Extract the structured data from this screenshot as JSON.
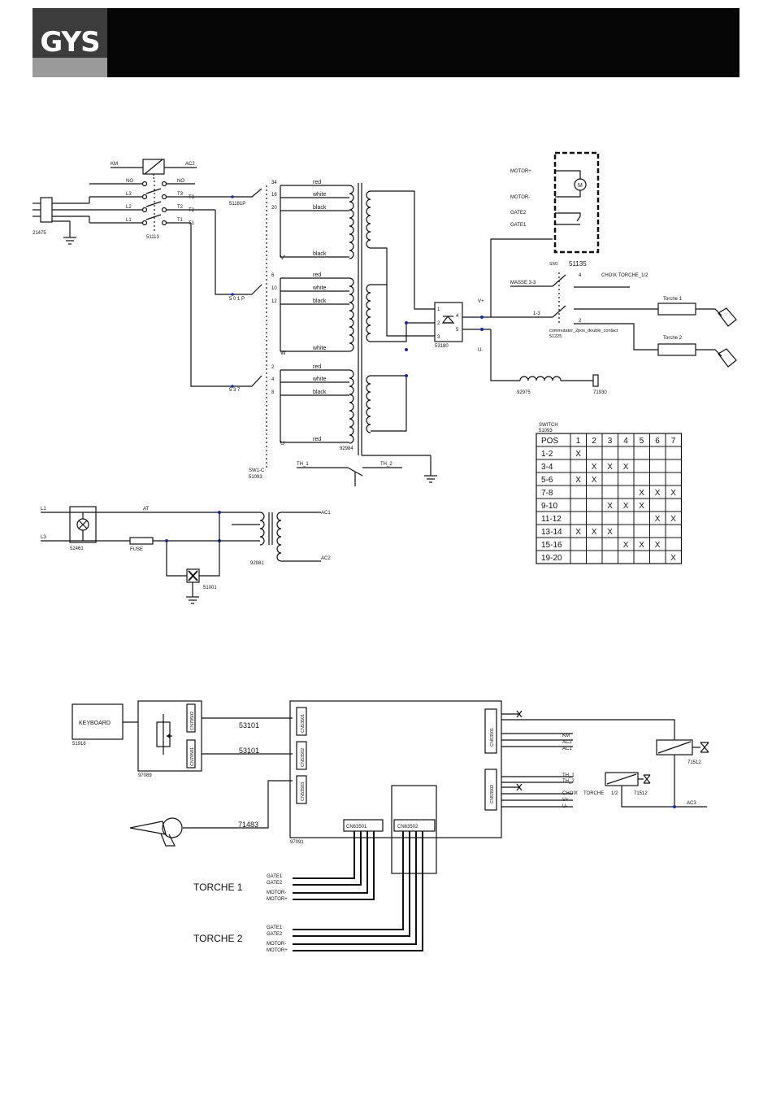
{
  "header": {
    "logo_text": "GYS"
  },
  "power_section": {
    "plug_ref": "21475",
    "contactor_labels": [
      "KM",
      "AC2"
    ],
    "switch_row_labels": [
      "NO",
      "NO",
      "L3",
      "L2",
      "L1",
      "T3",
      "T2",
      "T1",
      "T3",
      "T2",
      "T1"
    ],
    "switch_ref": "51113",
    "switch_sw1": "51181P",
    "switch_sw2": "5 0 1 P",
    "switch_sw3": "5 3 7",
    "tap_numbers_top": [
      "34",
      "16",
      "20"
    ],
    "tap_colors_top": [
      "red",
      "white",
      "black"
    ],
    "phase_v": "V'",
    "tap_colors_v": [
      "black",
      "red",
      "white",
      "black"
    ],
    "tap_numbers_mid": [
      "6",
      "10",
      "12"
    ],
    "phase_w": "W",
    "tap_color_w": "white",
    "tap_numbers_low": [
      "2",
      "4",
      "8"
    ],
    "tap_colors_low": [
      "red",
      "white",
      "black"
    ],
    "phase_u": "U",
    "tap_color_u": "red",
    "transformer_ref": "92984",
    "selector_ref_1": "SW1-C",
    "selector_ref_2": "51093",
    "thermal_labels": [
      "TH_1",
      "TH_2"
    ],
    "rectifier_ref": "53180",
    "rectifier_pins": [
      "1",
      "2",
      "3",
      "4",
      "5"
    ],
    "v_plus": "V+",
    "u_minus": "U-",
    "motor_labels": [
      "MOTOR+",
      "MOTOR-",
      "GATE2",
      "GATE1"
    ],
    "motor_symbol": "M",
    "sw2_label": "SW2",
    "sw2_ref": "51135",
    "masse": "MASSE 3-3",
    "choix": "CHOIX TORCHE_1/2",
    "pin_4": "4",
    "pin_2": "2",
    "pin_12": "1-3",
    "commutator": "commutator_2pos_double_contact",
    "commutator_ref": "51225",
    "torche1": "Torche 1",
    "torche2": "Torche 2",
    "inductor_ref": "92975",
    "ground_ref": "71930"
  },
  "aux_section": {
    "l1": "L1",
    "l3": "L3",
    "at": "AT",
    "lamp_ref": "52461",
    "fuse": "FUSE",
    "fan_ref": "51001",
    "transformer_ref": "92981",
    "ac1": "AC1",
    "ac2": "AC2"
  },
  "pos_table": {
    "title_1": "SWITCH",
    "title_2": "51093",
    "headers": [
      "POS",
      "1",
      "2",
      "3",
      "4",
      "5",
      "6",
      "7"
    ],
    "rows": [
      {
        "pos": "1-2",
        "cells": [
          "X",
          "",
          "",
          "",
          "",
          "",
          ""
        ]
      },
      {
        "pos": "3-4",
        "cells": [
          "",
          "X",
          "X",
          "X",
          "",
          "",
          ""
        ]
      },
      {
        "pos": "5-6",
        "cells": [
          "X",
          "X",
          "",
          "",
          "",
          "",
          ""
        ]
      },
      {
        "pos": "7-8",
        "cells": [
          "",
          "",
          "",
          "",
          "X",
          "X",
          "X"
        ]
      },
      {
        "pos": "9-10",
        "cells": [
          "",
          "",
          "X",
          "X",
          "X",
          "",
          ""
        ]
      },
      {
        "pos": "11-12",
        "cells": [
          "",
          "",
          "",
          "",
          "",
          "X",
          "X"
        ]
      },
      {
        "pos": "13-14",
        "cells": [
          "X",
          "X",
          "X",
          "",
          "",
          "",
          ""
        ]
      },
      {
        "pos": "15-16",
        "cells": [
          "",
          "",
          "",
          "X",
          "X",
          "X",
          ""
        ]
      },
      {
        "pos": "19-20",
        "cells": [
          "",
          "",
          "",
          "",
          "",
          "",
          "X"
        ]
      }
    ]
  },
  "control_section": {
    "keyboard": "KEYBOARD",
    "keyboard_ref": "51916",
    "pot_board_ref": "97089",
    "pot_conn_1": "CN70502",
    "pot_conn_2": "CN70501",
    "cable_1": "53101",
    "cable_2": "53101",
    "cable_gun": "71483",
    "main_board_ref": "97091",
    "main_conn_left": [
      "CN53501",
      "CN53502",
      "CN53503"
    ],
    "conn_cn63501": "CN63501",
    "conn_cn63502": "CN63502",
    "conn_right_1": "CN53501",
    "conn_right_2": "CN53502",
    "right_labels_1": [
      "KM",
      "AC2",
      "AC1"
    ],
    "right_labels_2": [
      "TH_1",
      "TH_2"
    ],
    "choix": "CHOIX",
    "torche": "TORCHE",
    "half": "1/2",
    "vplus": "V+",
    "uminus": "U-",
    "valve_1_ref": "71512",
    "valve_2_ref": "71512",
    "ac3": "AC3",
    "torche1_label": "TORCHE  1",
    "torche2_label": "TORCHE  2",
    "torch_wires": [
      "GATE1",
      "GATE2",
      "MOTOR-",
      "MOTOR+"
    ]
  }
}
